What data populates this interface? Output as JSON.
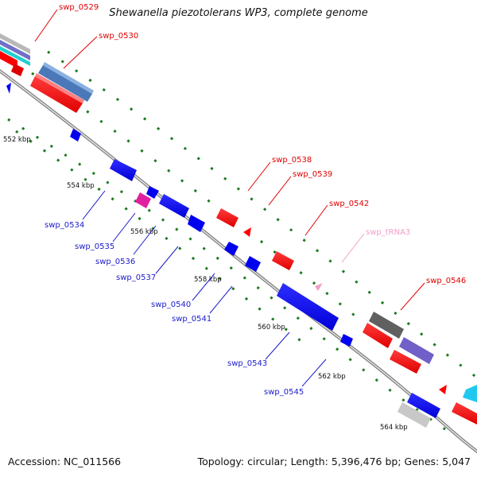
{
  "title": "Shewanella piezotolerans WP3, complete genome",
  "footer": {
    "accession": "Accession: NC_011566",
    "summary": "Topology: circular; Length: 5,396,476 bp; Genes: 5,047"
  },
  "colors": {
    "backbone": "#8c8c8c",
    "forward_label": "#e0001a",
    "reverse_label": "#1a1acc",
    "trna_label": "#f0a0c8",
    "tick_dots": "#1e7a1e"
  },
  "ticks": [
    "552 kbp",
    "554 kbp",
    "556 kbp",
    "558 kbp",
    "560 kbp",
    "562 kbp",
    "564 kbp"
  ],
  "labels": {
    "swp_0529": "swp_0529",
    "swp_0530": "swp_0530",
    "swp_0534": "swp_0534",
    "swp_0535": "swp_0535",
    "swp_0536": "swp_0536",
    "swp_0537": "swp_0537",
    "swp_0538": "swp_0538",
    "swp_0539": "swp_0539",
    "swp_0540": "swp_0540",
    "swp_0541": "swp_0541",
    "swp_0542": "swp_0542",
    "swp_0543": "swp_0543",
    "swp_0545": "swp_0545",
    "swp_0546": "swp_0546",
    "swp_tRNA3": "swp_tRNA3"
  }
}
